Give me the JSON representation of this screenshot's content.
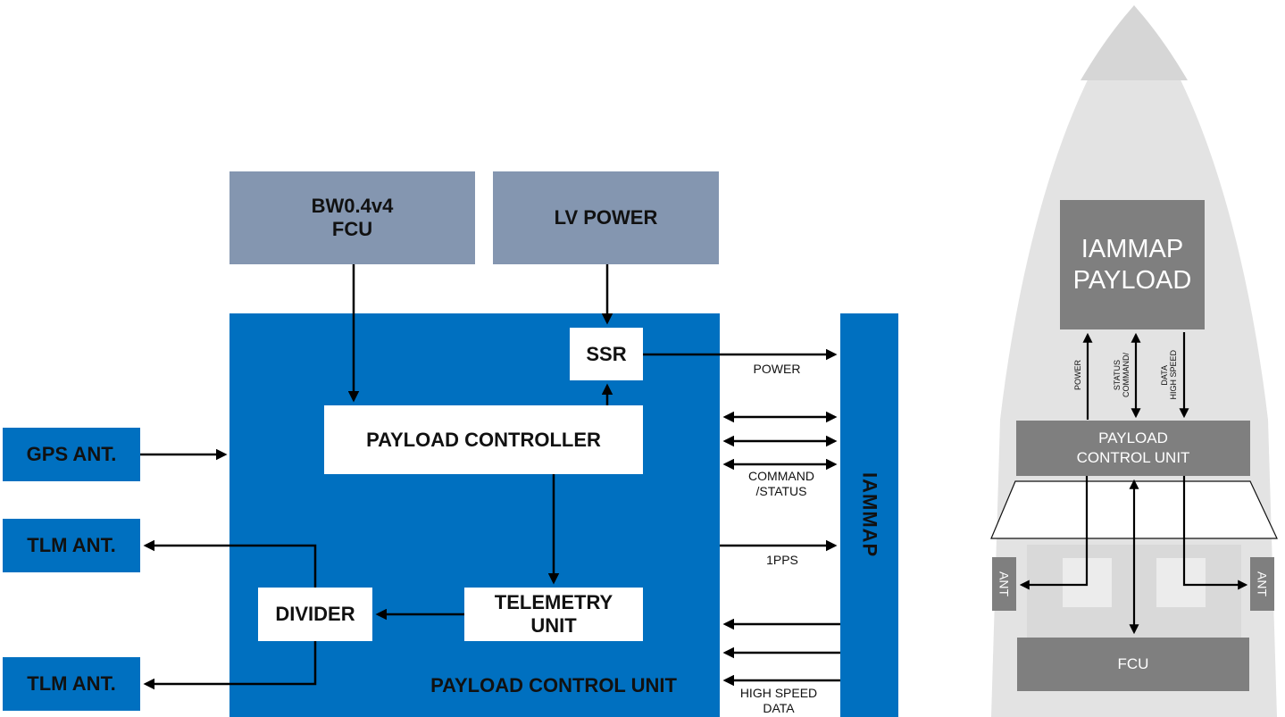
{
  "diagram": {
    "fcu_line1": "BW0.4v4",
    "fcu_line2": "FCU",
    "lv_power": "LV POWER",
    "ssr": "SSR",
    "payload_controller": "PAYLOAD CONTROLLER",
    "telemetry_line1": "TELEMETRY",
    "telemetry_line2": "UNIT",
    "divider": "DIVIDER",
    "payload_control_unit": "PAYLOAD CONTROL UNIT",
    "gps_ant": "GPS ANT.",
    "tlm_ant_1": "TLM ANT.",
    "tlm_ant_2": "TLM ANT.",
    "iammap": "IAMMAP",
    "label_power": "POWER",
    "label_command_1": "COMMAND",
    "label_command_2": "/STATUS",
    "label_1pps": "1PPS",
    "label_hsd_1": "HIGH SPEED",
    "label_hsd_2": "DATA"
  },
  "rocket": {
    "payload_line1": "IAMMAP",
    "payload_line2": "PAYLOAD",
    "label_power": "POWER",
    "label_command_1": "COMMAND/",
    "label_command_2": "STATUS",
    "label_hsd_1": "HIGH SPEED",
    "label_hsd_2": "DATA",
    "pcu_line1": "PAYLOAD",
    "pcu_line2": "CONTROL UNIT",
    "ant_left": "ANT",
    "ant_right": "ANT",
    "fcu": "FCU"
  },
  "colors": {
    "pcu_blue": "#0070c0",
    "source_gray": "#8496b0",
    "rocket_gray": "#7f7f7f",
    "rocket_body": "#e3e3e3"
  }
}
